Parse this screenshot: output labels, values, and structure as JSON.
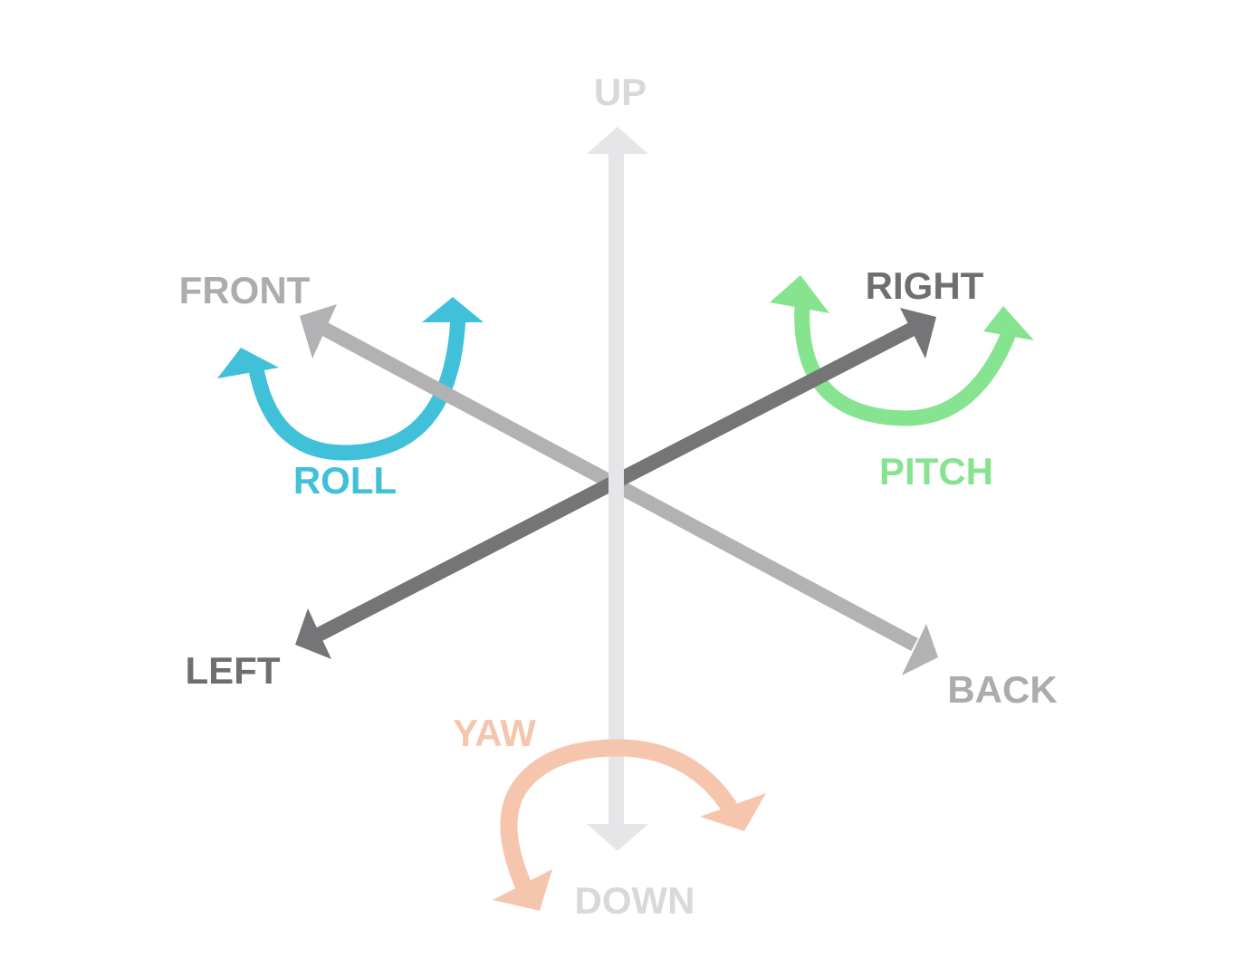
{
  "labels": {
    "up": "UP",
    "down": "DOWN",
    "front": "FRONT",
    "back": "BACK",
    "left": "LEFT",
    "right": "RIGHT",
    "roll": "ROLL",
    "pitch": "PITCH",
    "yaw": "YAW"
  },
  "colors": {
    "up_down_axis": "#e6e6e8",
    "up_down_text": "#d9d9db",
    "front_back_axis": "#b2b1b4",
    "front_back_text": "#acabae",
    "left_right_axis": "#757476",
    "left_right_text": "#6f6e70",
    "roll": "#41c0da",
    "pitch": "#86e491",
    "yaw": "#f5c6ad"
  },
  "icons": {
    "up_down": "vertical-double-arrow",
    "front_back": "diagonal-double-arrow",
    "left_right": "diagonal-double-arrow",
    "roll": "curved-double-arrow",
    "pitch": "curved-double-arrow",
    "yaw": "curved-double-arrow"
  }
}
